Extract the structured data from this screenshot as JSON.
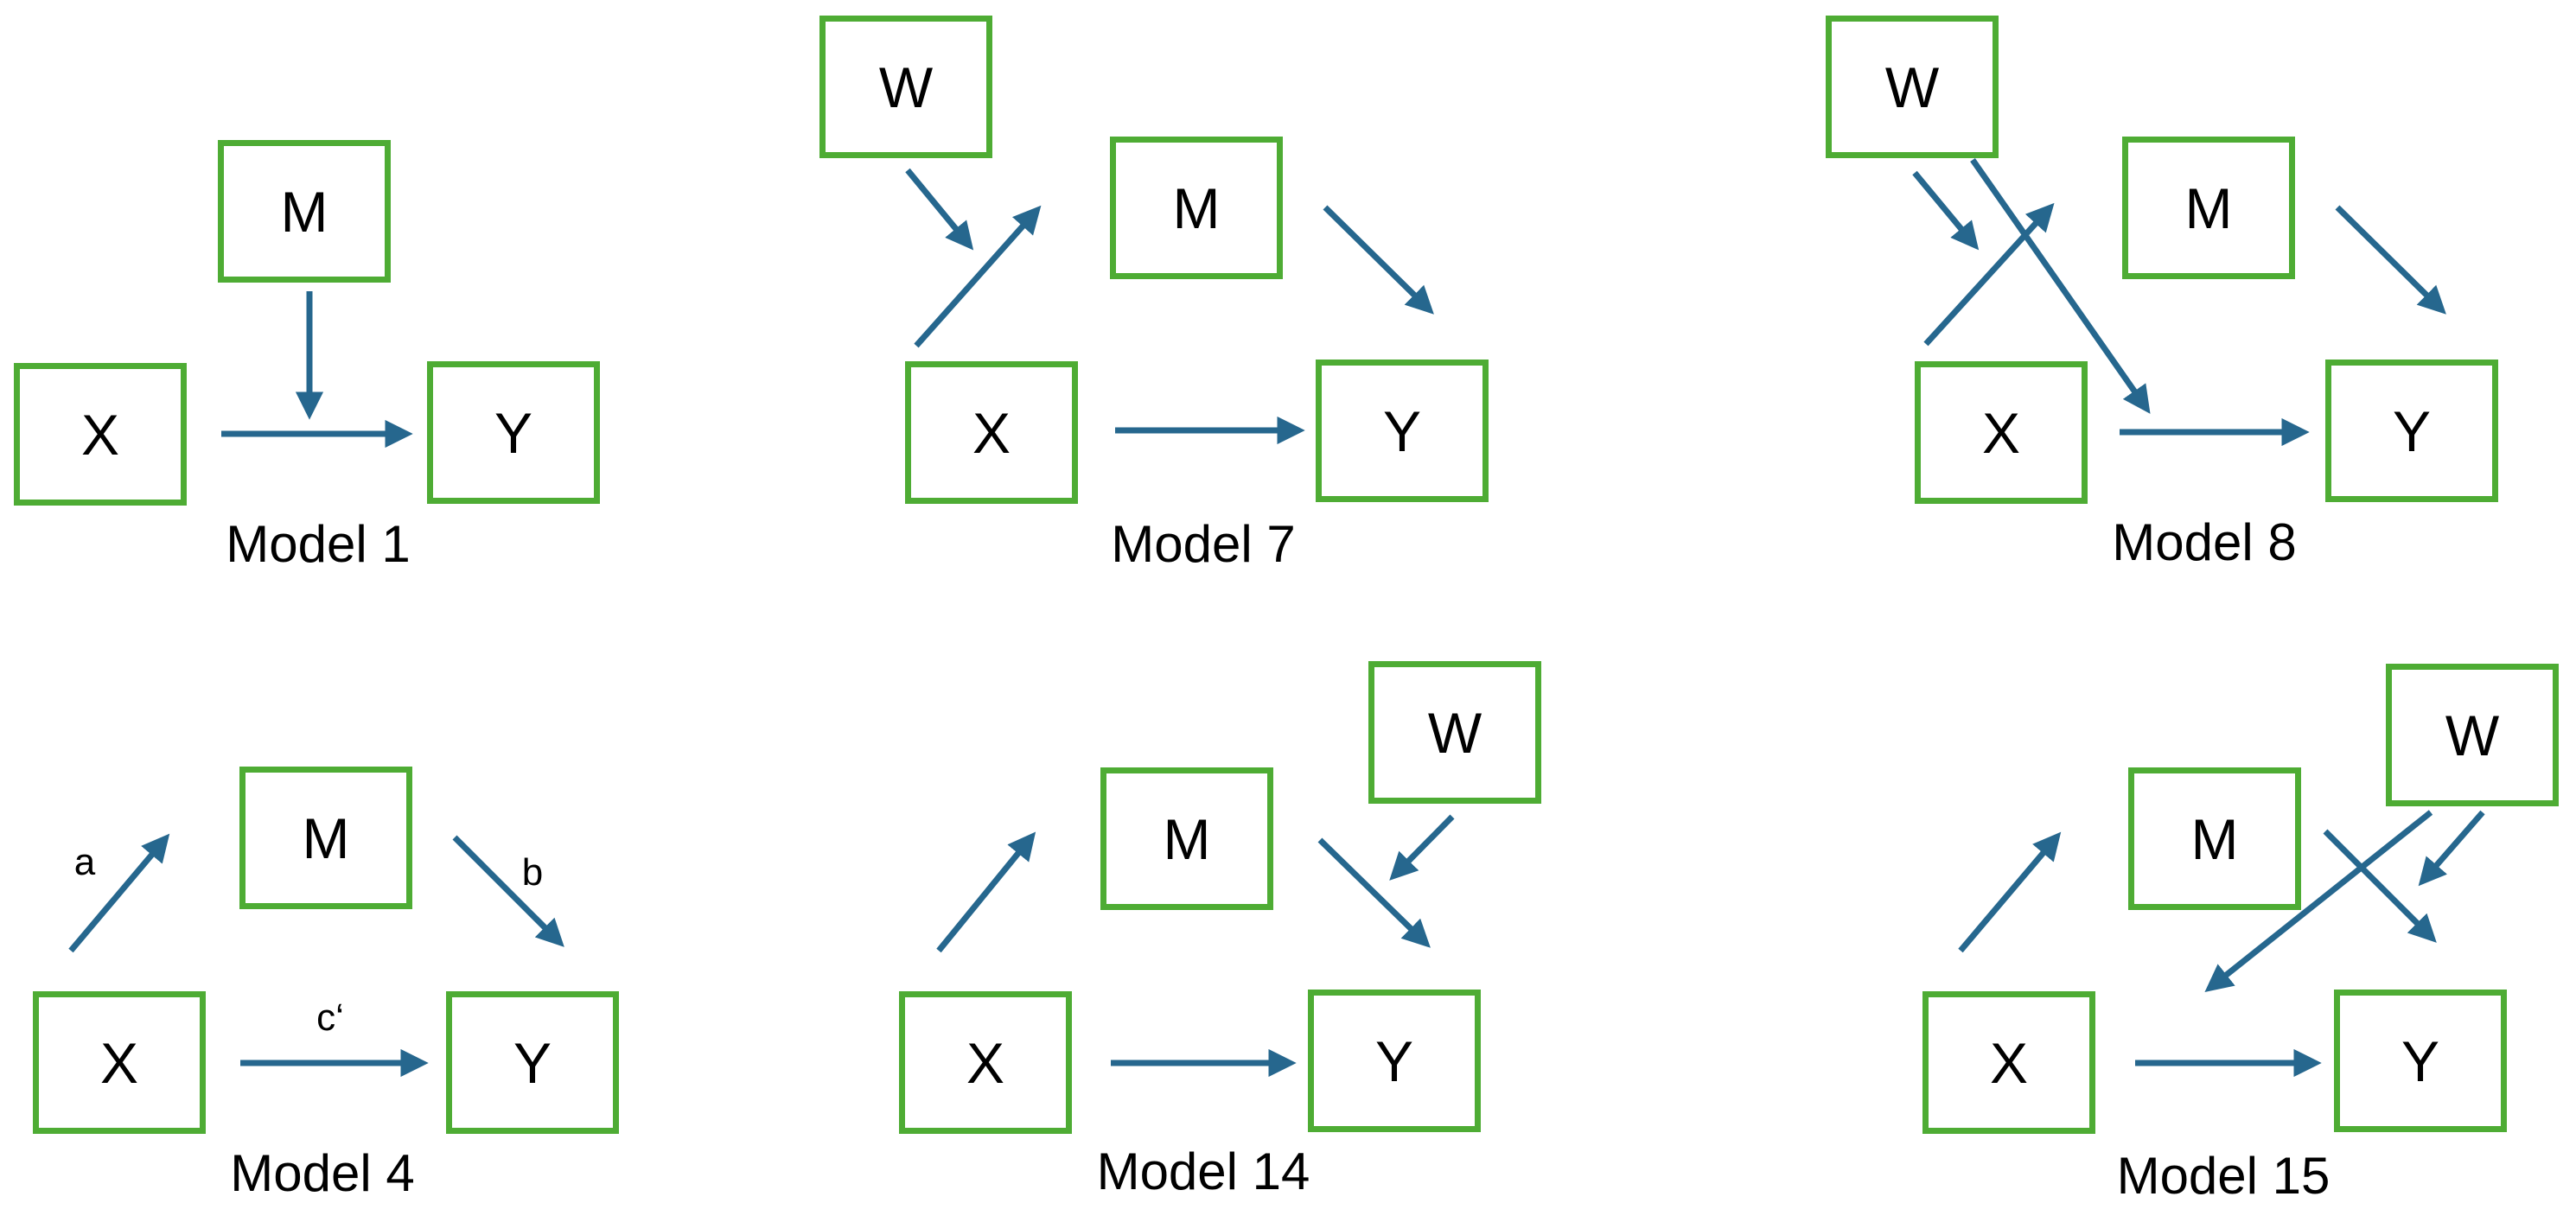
{
  "colors": {
    "box_border": "#4EAC34",
    "arrow": "#26678E",
    "text": "#000000",
    "background": "#FFFFFF"
  },
  "models": [
    {
      "id": "model-1",
      "title": "Model 1",
      "nodes": {
        "m": "M",
        "x": "X",
        "y": "Y"
      }
    },
    {
      "id": "model-7",
      "title": "Model 7",
      "nodes": {
        "w": "W",
        "m": "M",
        "x": "X",
        "y": "Y"
      }
    },
    {
      "id": "model-8",
      "title": "Model 8",
      "nodes": {
        "w": "W",
        "m": "M",
        "x": "X",
        "y": "Y"
      }
    },
    {
      "id": "model-4",
      "title": "Model 4",
      "nodes": {
        "m": "M",
        "x": "X",
        "y": "Y"
      },
      "edge_labels": {
        "a": "a",
        "b": "b",
        "c_prime": "c‘"
      }
    },
    {
      "id": "model-14",
      "title": "Model 14",
      "nodes": {
        "w": "W",
        "m": "M",
        "x": "X",
        "y": "Y"
      }
    },
    {
      "id": "model-15",
      "title": "Model 15",
      "nodes": {
        "w": "W",
        "m": "M",
        "x": "X",
        "y": "Y"
      }
    }
  ]
}
